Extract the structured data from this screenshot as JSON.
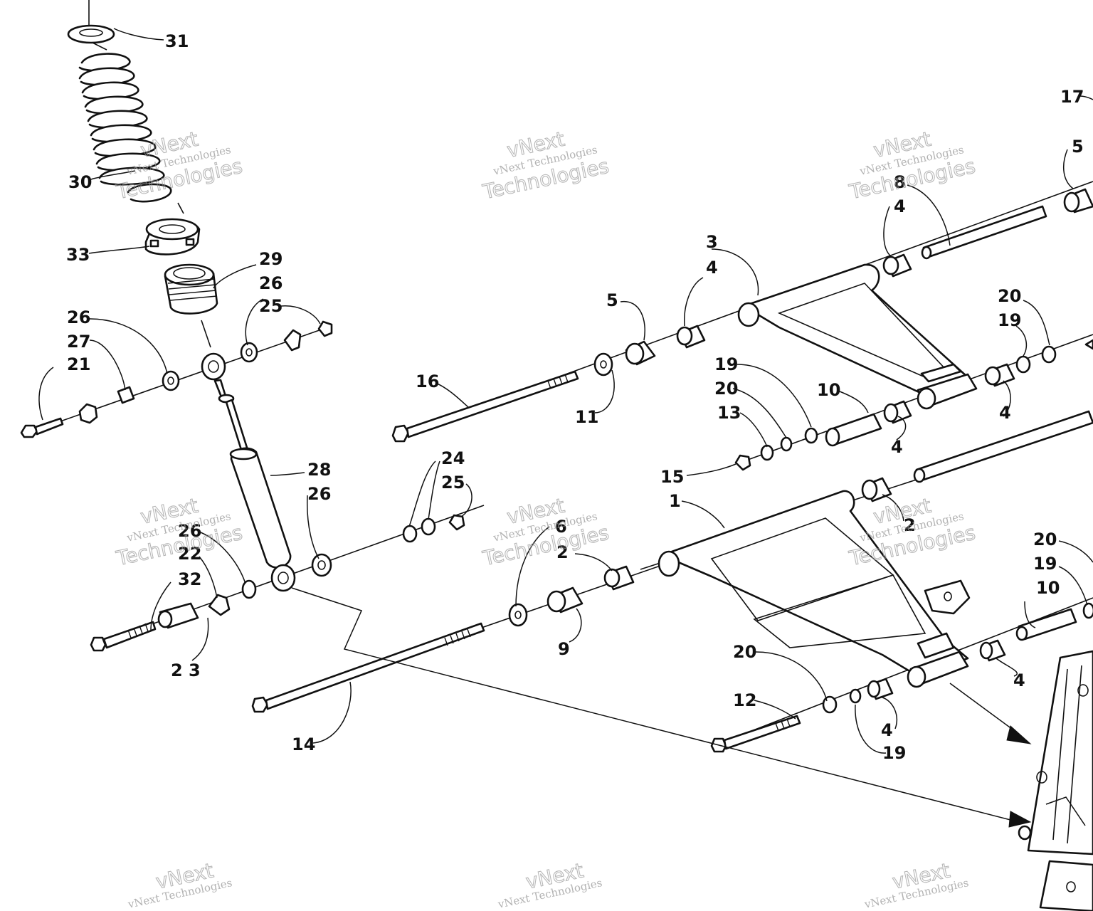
{
  "diagram": {
    "callouts": [
      {
        "id": "c31",
        "text": "31"
      },
      {
        "id": "c30",
        "text": "30"
      },
      {
        "id": "c33",
        "text": "33"
      },
      {
        "id": "c29",
        "text": "29"
      },
      {
        "id": "c26a",
        "text": "26"
      },
      {
        "id": "c25a",
        "text": "25"
      },
      {
        "id": "c26b",
        "text": "26"
      },
      {
        "id": "c27",
        "text": "27"
      },
      {
        "id": "c21",
        "text": "21"
      },
      {
        "id": "c28",
        "text": "28"
      },
      {
        "id": "c26c",
        "text": "26"
      },
      {
        "id": "c26d",
        "text": "26"
      },
      {
        "id": "c22",
        "text": "22"
      },
      {
        "id": "c32",
        "text": "32"
      },
      {
        "id": "c23",
        "text": "2 3"
      },
      {
        "id": "c24",
        "text": "24"
      },
      {
        "id": "c25b",
        "text": "25"
      },
      {
        "id": "c16",
        "text": "16"
      },
      {
        "id": "c5a",
        "text": "5"
      },
      {
        "id": "c11",
        "text": "11"
      },
      {
        "id": "c3",
        "text": "3"
      },
      {
        "id": "c4a",
        "text": "4"
      },
      {
        "id": "c8",
        "text": "8"
      },
      {
        "id": "c4b",
        "text": "4"
      },
      {
        "id": "c17",
        "text": "17"
      },
      {
        "id": "c5b",
        "text": "5"
      },
      {
        "id": "c20a",
        "text": "20"
      },
      {
        "id": "c19a",
        "text": "19"
      },
      {
        "id": "c4c",
        "text": "4"
      },
      {
        "id": "c19b",
        "text": "19"
      },
      {
        "id": "c20b",
        "text": "20"
      },
      {
        "id": "c13",
        "text": "13"
      },
      {
        "id": "c10a",
        "text": "10"
      },
      {
        "id": "c4d",
        "text": "4"
      },
      {
        "id": "c15",
        "text": "15"
      },
      {
        "id": "c1",
        "text": "1"
      },
      {
        "id": "c2a",
        "text": "2"
      },
      {
        "id": "c6",
        "text": "6"
      },
      {
        "id": "c2b",
        "text": "2"
      },
      {
        "id": "c9",
        "text": "9"
      },
      {
        "id": "c14",
        "text": "14"
      },
      {
        "id": "c20c",
        "text": "20"
      },
      {
        "id": "c19c",
        "text": "19"
      },
      {
        "id": "c10b",
        "text": "10"
      },
      {
        "id": "c4e",
        "text": "4"
      },
      {
        "id": "c20d",
        "text": "20"
      },
      {
        "id": "c12",
        "text": "12"
      },
      {
        "id": "c4f",
        "text": "4"
      },
      {
        "id": "c19d",
        "text": "19"
      }
    ]
  },
  "watermark": {
    "brand": "vNext",
    "tagline": "vNext Technologies",
    "big_word": "Technologies"
  }
}
